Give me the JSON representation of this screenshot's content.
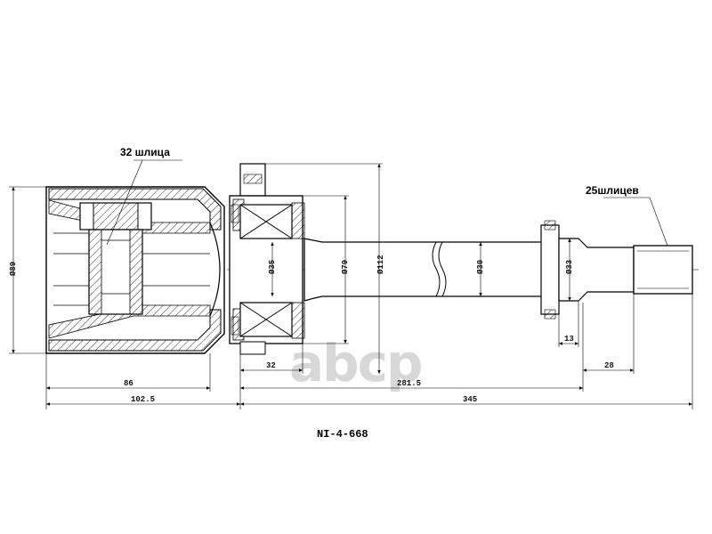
{
  "labels": {
    "splines_top": "32 шлица",
    "splines_right": "25шлицев",
    "part_code": "NI-4-668",
    "watermark": "аbcp"
  },
  "dimensions": {
    "d89": "Ø89",
    "d35": "Ø35",
    "d79": "Ø79",
    "d112": "Ø112",
    "d30": "Ø30",
    "d33": "Ø33",
    "l13": "13",
    "l28": "28",
    "l32": "32",
    "l86": "86",
    "l281": "281.5",
    "l102": "102.5",
    "l345": "345"
  }
}
